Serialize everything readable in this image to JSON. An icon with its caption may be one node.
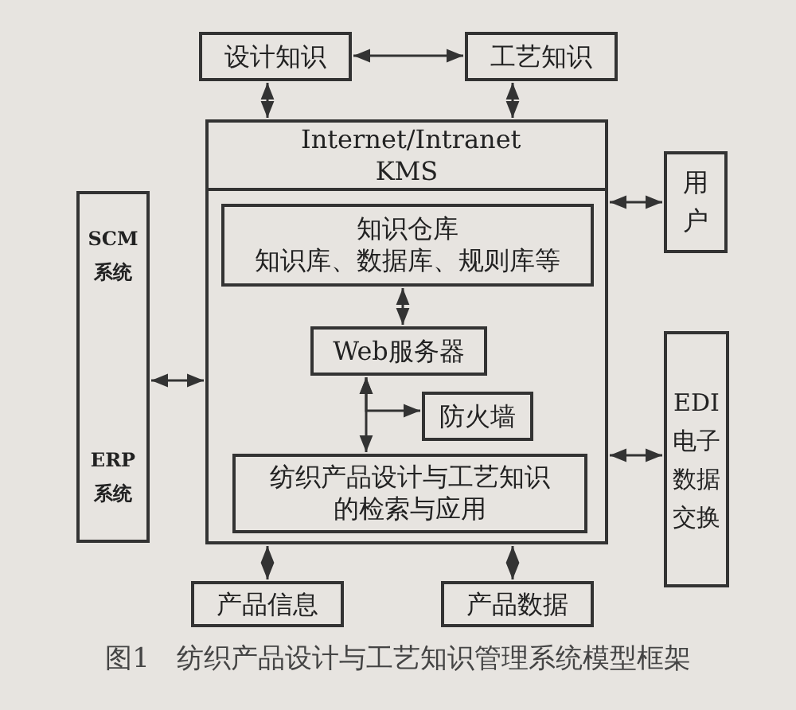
{
  "diagram": {
    "caption": "图1　纺织产品设计与工艺知识管理系统模型框架",
    "nodes": [
      {
        "text": [
          "设计知识"
        ]
      },
      {
        "text": [
          "工艺知识"
        ]
      },
      {
        "text": [
          "Internet/Intranet KMS"
        ]
      },
      {
        "text": [
          "知识仓库",
          "知识库、数据库、规则库等"
        ],
        "in": 2
      },
      {
        "text": [
          "Web服务器"
        ],
        "in": 2
      },
      {
        "text": [
          "防火墙"
        ],
        "in": 2
      },
      {
        "text": [
          "纺织产品设计与工艺知识的检索与应用"
        ],
        "in": 2
      },
      {
        "text": [
          "SCM系统",
          "ERP系统"
        ]
      },
      {
        "text": [
          "用户"
        ]
      },
      {
        "text": [
          "EDI电子数据交换"
        ]
      },
      {
        "text": [
          "产品信息"
        ]
      },
      {
        "text": [
          "产品数据"
        ]
      }
    ],
    "edges": [
      {
        "from": 0,
        "to": 1,
        "arrow": "both"
      },
      {
        "from": 0,
        "to": 2,
        "arrow": "both"
      },
      {
        "from": 1,
        "to": 2,
        "arrow": "both"
      },
      {
        "from": 7,
        "to": 2,
        "arrow": "both"
      },
      {
        "from": 2,
        "to": 8,
        "arrow": "both"
      },
      {
        "from": 3,
        "to": 4,
        "arrow": "both"
      },
      {
        "from": 4,
        "to": 6,
        "arrow": "both"
      },
      {
        "from": 4,
        "to": 5,
        "arrow": "both"
      },
      {
        "from": 2,
        "to": 9,
        "arrow": "both"
      },
      {
        "from": 2,
        "to": 10,
        "arrow": "both"
      },
      {
        "from": 2,
        "to": 11,
        "arrow": "both"
      }
    ]
  }
}
